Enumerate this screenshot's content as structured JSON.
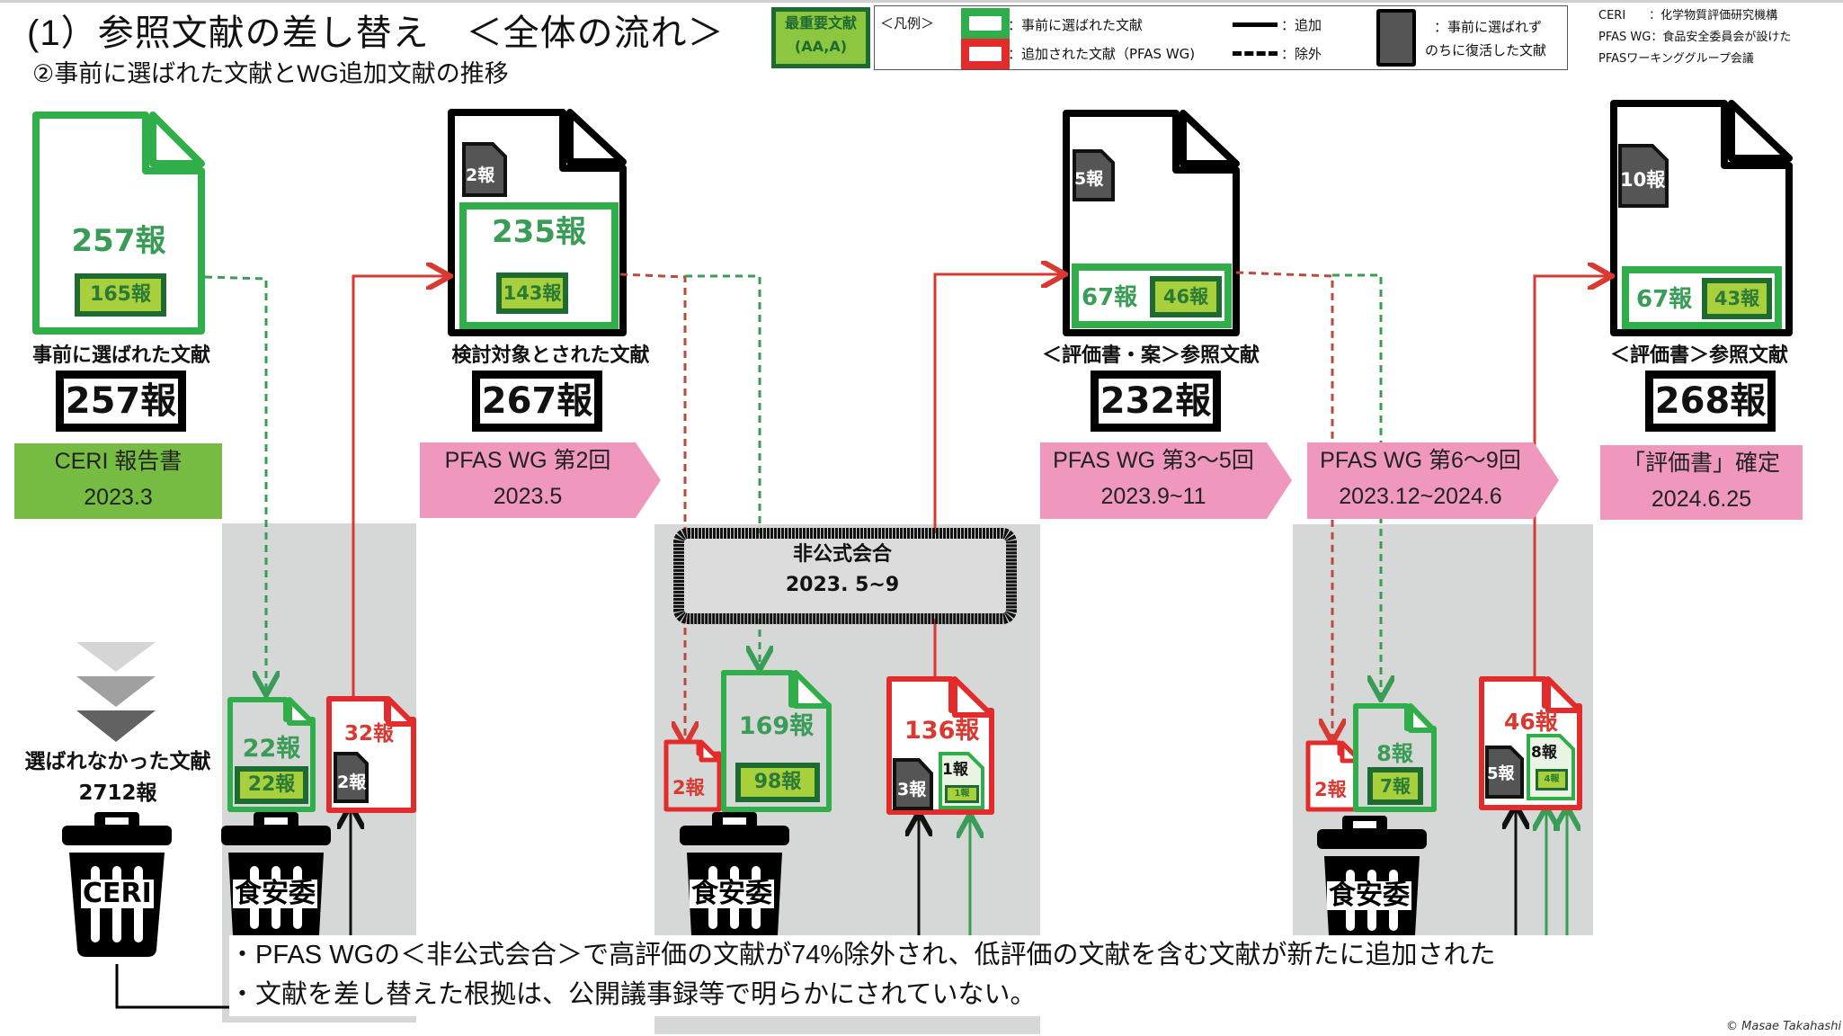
{
  "header": {
    "title": "(1）参照文献の差し替え　＜全体の流れ＞",
    "subtitle": "②事前に選ばれた文献とWG追加文献の推移"
  },
  "legend": {
    "important_badge_line1": "最重要文献",
    "important_badge_line2": "(AA,A)",
    "heading": "＜凡例＞",
    "green_label": "：事前に選ばれた文献",
    "red_label": "：追加された文献（PFAS WG)",
    "solid_label": "：追加",
    "dashed_label": "：除外",
    "gray_doc_line1": "：事前に選ばれず",
    "gray_doc_line2": "のちに復活した文献",
    "colors": {
      "green": "#2fae4a",
      "red": "#e32b2b",
      "dark_green": "#1e6b32",
      "lime": "#a8cf3c",
      "pink": "#ef97bd",
      "gray_doc": "#555555"
    }
  },
  "notes": {
    "line1": "CERI　　：化学物質評価研究機構",
    "line2": "PFAS WG：食品安全委員会が設けた",
    "line3": "PFASワーキンググループ会議"
  },
  "stages": [
    {
      "doc_total": "257報",
      "doc_important": "165報",
      "label": "事前に選ばれた文献",
      "total": "257報",
      "banner_line1": "CERI 報告書",
      "banner_line2": "2023.3"
    },
    {
      "revived": "2報",
      "doc_total": "235報",
      "doc_important": "143報",
      "label": "検討対象とされた文献",
      "total": "267報",
      "banner_line1": "PFAS WG 第2回",
      "banner_line2": "2023.5"
    },
    {
      "revived": "5報",
      "doc_total": "67報",
      "doc_important": "46報",
      "label": "＜評価書・案＞参照文献",
      "total": "232報",
      "banner_line1": "PFAS WG 第3〜5回",
      "banner_line2": "2023.9~11"
    },
    {
      "revived": "10報",
      "doc_total": "67報",
      "doc_important": "43報",
      "label": "＜評価書＞参照文献",
      "total": "268報",
      "banner_line1": "「評価書」確定",
      "banner_line2": "2024.6.25"
    }
  ],
  "wg2_banner": {
    "line1": "PFAS WG 第6〜9回",
    "line2": "2023.12~2024.6"
  },
  "unselected": {
    "label": "選ばれなかった文献",
    "count": "2712報",
    "bin": "CERI"
  },
  "informal_meeting": {
    "title": "非公式会合",
    "date": "2023. 5~9"
  },
  "flows": {
    "col1": {
      "excluded_total": "22報",
      "excluded_important": "22報",
      "added_total": "32報",
      "added_revived": "2報",
      "bin": "食安委"
    },
    "col2": {
      "excluded_red": "2報",
      "excluded_total": "169報",
      "excluded_important": "98報",
      "added_total": "136報",
      "added_revived": "3報",
      "added_green": "1報",
      "added_green_important": "1報",
      "bin": "食安委"
    },
    "col3": {
      "excluded_red": "2報",
      "excluded_total": "8報",
      "excluded_important": "7報",
      "added_total": "46報",
      "added_revived": "5報",
      "added_green": "8報",
      "added_green_important": "4報",
      "bin": "食安委"
    }
  },
  "conclusions": [
    "・PFAS WGの＜非公式会合＞で高評価の文献が74%除外され、低評価の文献を含む文献が新たに追加された",
    "・文献を差し替えた根拠は、公開議事録等で明らかにされていない。"
  ],
  "copyright": "© Masae Takahashi"
}
